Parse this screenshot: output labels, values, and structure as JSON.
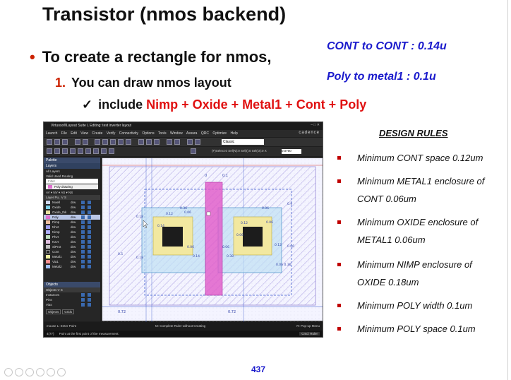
{
  "title": "Transistor (nmos backend)",
  "bullet1": "To create a rectangle for nmos,",
  "bullet2": {
    "num": "1.",
    "text": "You can draw nmos layout"
  },
  "bullet3": {
    "check": "✓",
    "prefix": "include ",
    "layers": "Nimp + Oxide + Metal1 + Cont + Poly"
  },
  "notes": {
    "cont": "CONT to CONT : 0.14u",
    "poly": "Poly to metal1 : 0.1u"
  },
  "rules": {
    "title": "DESIGN RULES",
    "items": [
      "Minimum CONT space 0.12um",
      "Minimum METAL1 enclosure of CONT 0.06um",
      "Minimum OXIDE enclosure of METAL1 0.06um",
      "Minimum NIMP enclosure of OXIDE 0.18um",
      "Minimum POLY width 0.1um",
      "Minimum POLY space 0.1um"
    ]
  },
  "page_number": "437",
  "screenshot": {
    "title": "Virtuoso®Layout Suite L Editing: test inverter layout",
    "menus": [
      "Launch",
      "File",
      "Edit",
      "View",
      "Create",
      "Verify",
      "Connectivity",
      "Options",
      "Tools",
      "Window",
      "Assura",
      "QRC",
      "Optimize",
      "Help"
    ],
    "brand": "cadence",
    "view_mode": "Classic",
    "select_info": "(F)Select:0  Sel(N):0  Sel(I):0  Sel(O):0  X",
    "coord": "0.0700",
    "palette": {
      "header": "Palette",
      "layers_header": "Layers",
      "all_layers": "All Layers",
      "valid_row": "Valid    Used    Routing",
      "filter": "Filter",
      "current": "Poly drawing",
      "av_row": "AV  ▾  NV  ▾  AS  ▾  NS",
      "columns": "Layer    Pu..    V  S",
      "layers": [
        {
          "name": "Nwell",
          "purpose": "drw",
          "color": "#cfd8f0"
        },
        {
          "name": "Oxide",
          "purpose": "drw",
          "color": "#7fd0e8"
        },
        {
          "name": "Oxide_thk",
          "purpose": "drw",
          "color": "#e8e0a0"
        },
        {
          "name": "Poly",
          "purpose": "drw",
          "color": "#e070d0"
        },
        {
          "name": "Pimp",
          "purpose": "drw",
          "color": "#f0c0a0"
        },
        {
          "name": "Nhvt",
          "purpose": "drw",
          "color": "#a0a0f0"
        },
        {
          "name": "Nimp",
          "purpose": "drw",
          "color": "#b0b0ff"
        },
        {
          "name": "Phvt",
          "purpose": "drw",
          "color": "#c0e0c0"
        },
        {
          "name": "Nzvt",
          "purpose": "drw",
          "color": "#e0c0e0"
        },
        {
          "name": "SiProt",
          "purpose": "drw",
          "color": "#c0c0c0"
        },
        {
          "name": "Cont",
          "purpose": "drw",
          "color": "#222222"
        },
        {
          "name": "Metal1",
          "purpose": "drw",
          "color": "#f0f0a0"
        },
        {
          "name": "Via1",
          "purpose": "drw",
          "color": "#ff9090"
        },
        {
          "name": "Metal2",
          "purpose": "drw",
          "color": "#a0c0ff"
        }
      ]
    },
    "objects": {
      "header": "Objects",
      "columns": "Objects    V  S",
      "items": [
        "Instances",
        "Pins",
        "Vias"
      ],
      "tabs": [
        "Objects",
        "Grids"
      ]
    },
    "rulers": {
      "top": [
        "0",
        "0.1"
      ],
      "labels": [
        "0.36",
        "0.06",
        "0.9",
        "0.18",
        "0.12",
        "0.06",
        "0.14",
        "0.12",
        "0.06",
        "0.06",
        "0.12",
        "0.06",
        "0.06",
        "0.06",
        "0.5",
        "0.18",
        "0.14",
        "0.38",
        "0.06 0.36"
      ],
      "bottom": [
        "0.72",
        "0.72"
      ]
    },
    "status": {
      "left": "mouse L: Enter Point",
      "middle": "M: Complete Ruler without Creating",
      "right": "R: Pop-up Menu",
      "prompt_num": "4(77)",
      "prompt": "Point at the first point of the measurement:",
      "cmd": "Cmd: Ruler"
    }
  }
}
